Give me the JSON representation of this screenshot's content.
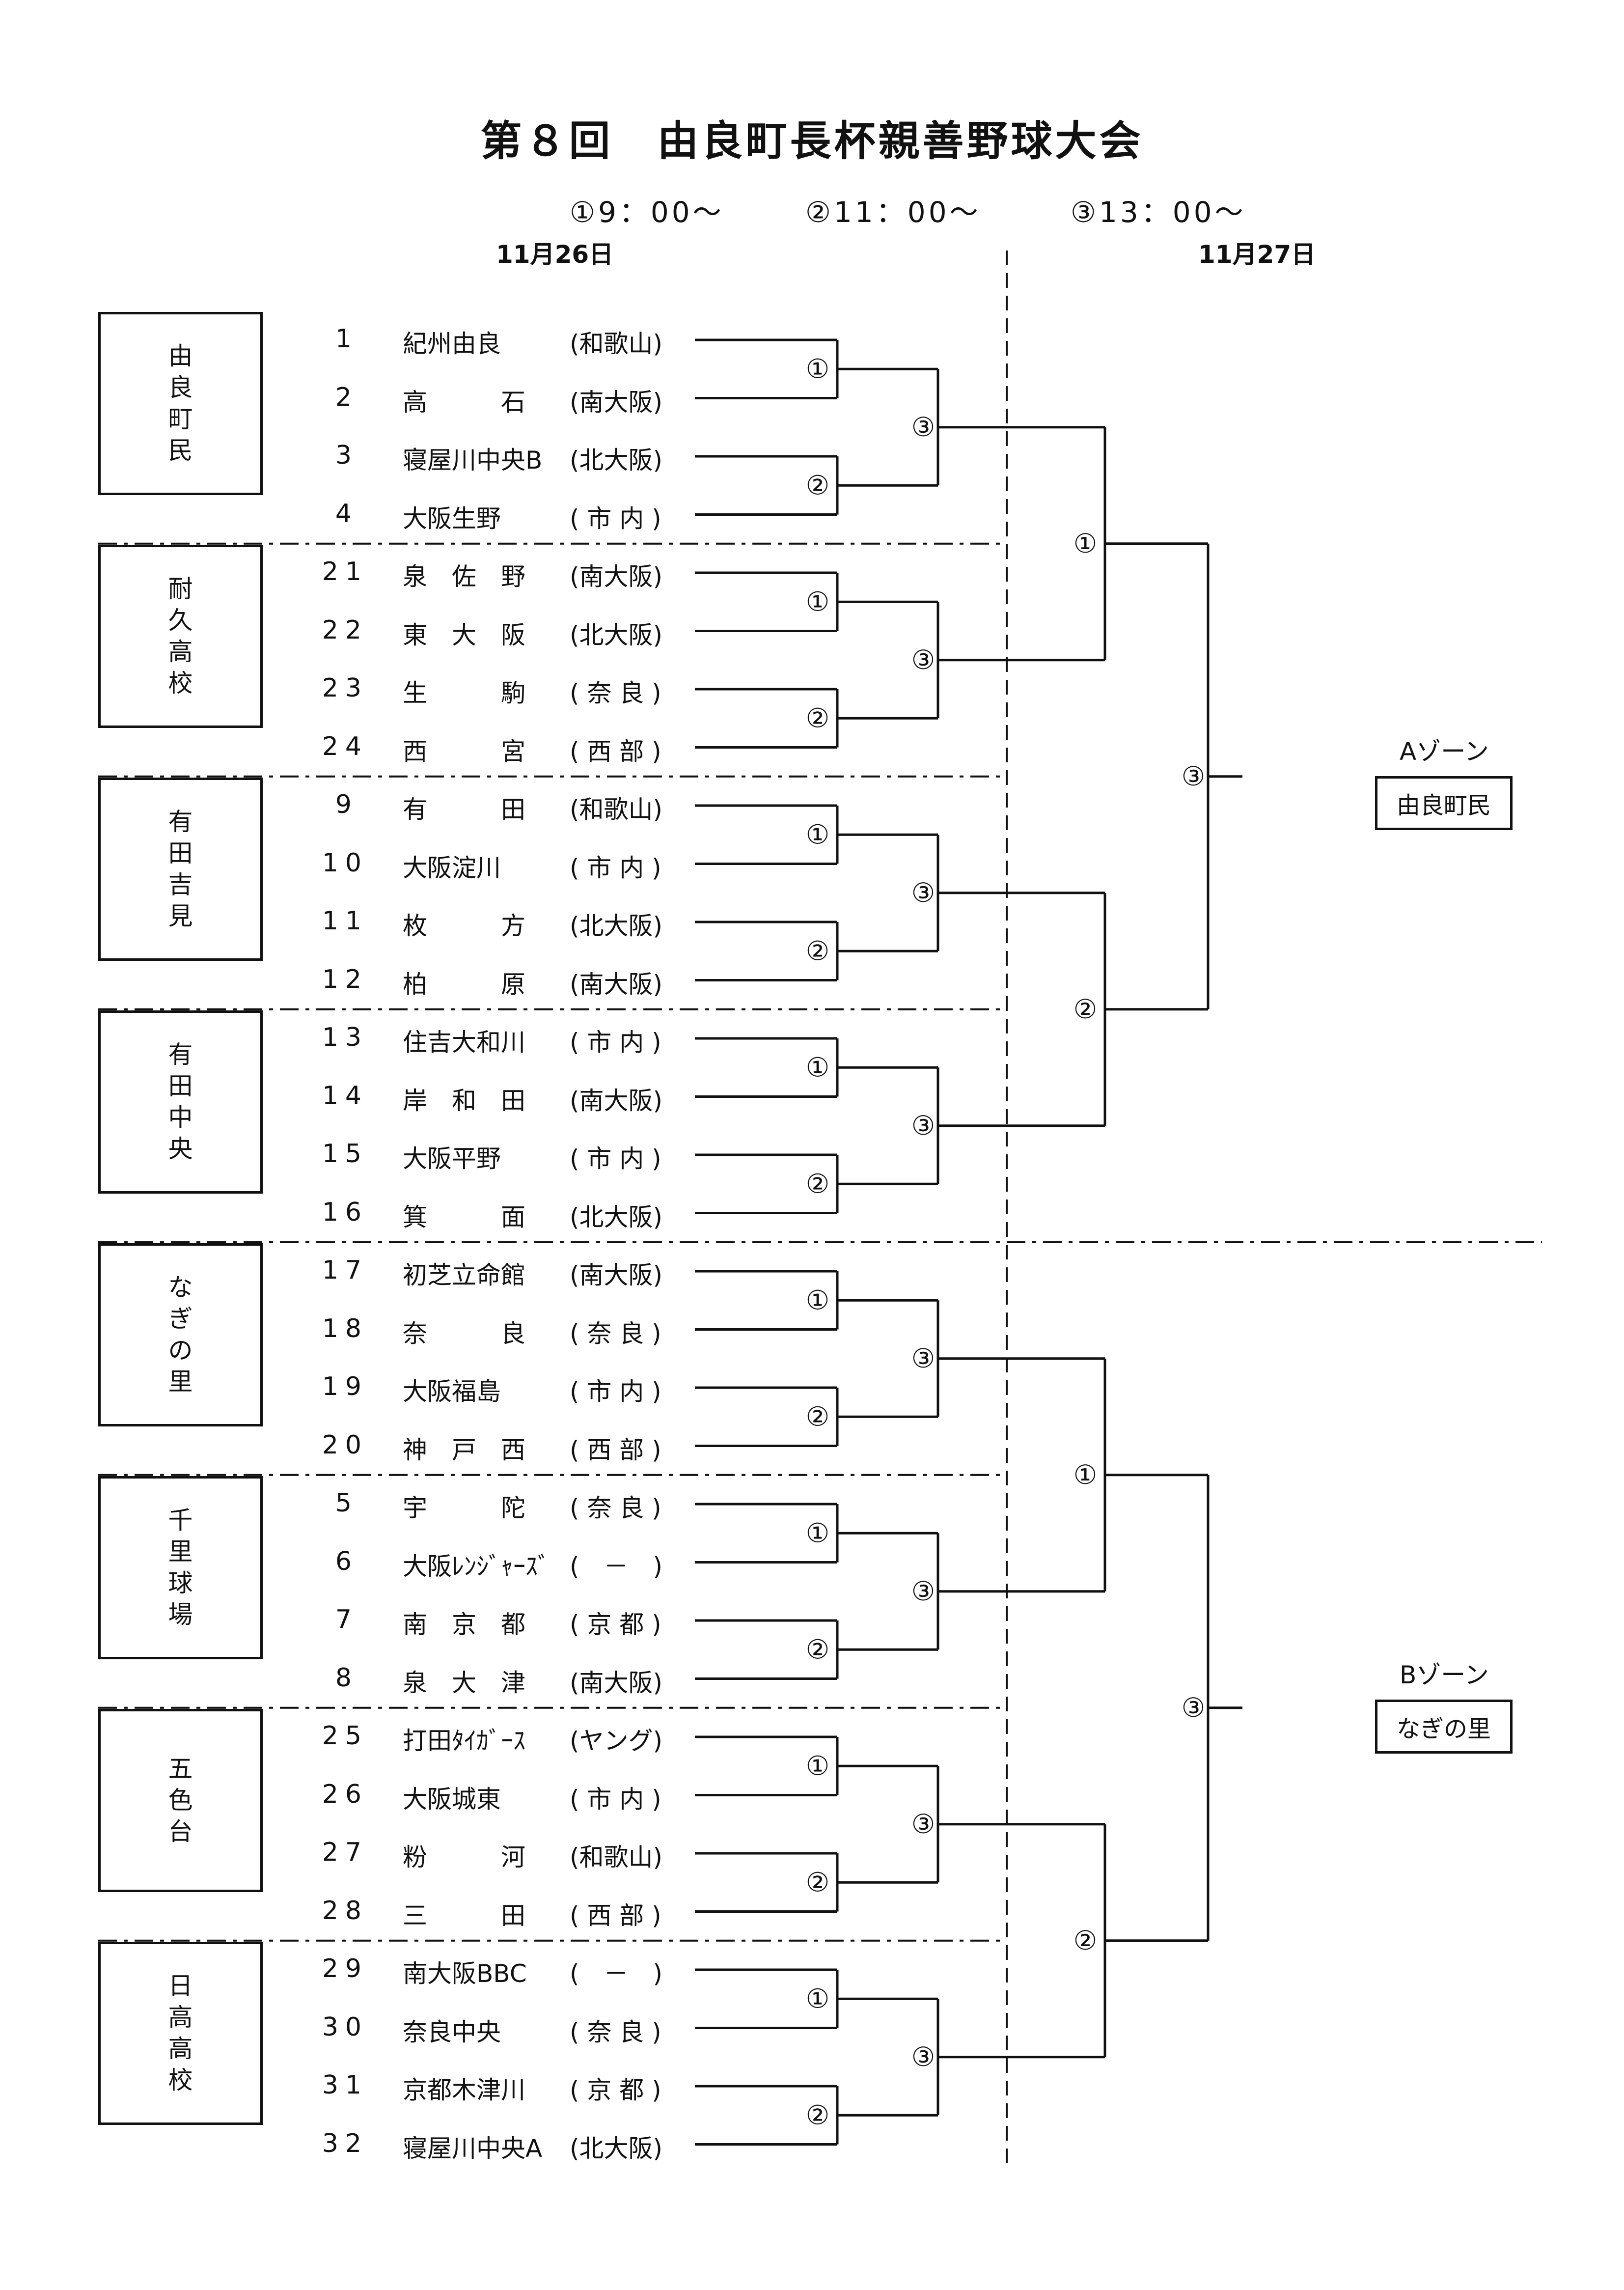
{
  "title": "第８回　由良町長杯親善野球大会",
  "times": [
    "①9：00～",
    "②11：00～",
    "③13：00～"
  ],
  "dates": {
    "day1": "11月26日",
    "day2": "11月27日"
  },
  "venues": [
    {
      "name": "由良町民",
      "chars": [
        "由",
        "良",
        "町",
        "民"
      ]
    },
    {
      "name": "耐久高校",
      "chars": [
        "耐",
        "久",
        "高",
        "校"
      ]
    },
    {
      "name": "有田吉見",
      "chars": [
        "有",
        "田",
        "吉",
        "見"
      ]
    },
    {
      "name": "有田中央",
      "chars": [
        "有",
        "田",
        "中",
        "央"
      ]
    },
    {
      "name": "なぎの里",
      "chars": [
        "な",
        "ぎ",
        "の",
        "里"
      ]
    },
    {
      "name": "千里球場",
      "chars": [
        "千",
        "里",
        "球",
        "場"
      ]
    },
    {
      "name": "五色台",
      "chars": [
        "五",
        "色",
        "台"
      ]
    },
    {
      "name": "日高高校",
      "chars": [
        "日",
        "高",
        "高",
        "校"
      ]
    }
  ],
  "teams": [
    {
      "num": "1",
      "name": "紀州由良",
      "region": "(和歌山)"
    },
    {
      "num": "2",
      "name": "高　　　石",
      "region": "(南大阪)"
    },
    {
      "num": "3",
      "name": "寝屋川中央B",
      "region": "(北大阪)"
    },
    {
      "num": "4",
      "name": "大阪生野",
      "region": "( 市 内 )"
    },
    {
      "num": "21",
      "name": "泉　佐　野",
      "region": "(南大阪)"
    },
    {
      "num": "22",
      "name": "東　大　阪",
      "region": "(北大阪)"
    },
    {
      "num": "23",
      "name": "生　　　駒",
      "region": "( 奈 良 )"
    },
    {
      "num": "24",
      "name": "西　　　宮",
      "region": "( 西 部 )"
    },
    {
      "num": "9",
      "name": "有　　　田",
      "region": "(和歌山)"
    },
    {
      "num": "10",
      "name": "大阪淀川",
      "region": "( 市 内 )"
    },
    {
      "num": "11",
      "name": "枚　　　方",
      "region": "(北大阪)"
    },
    {
      "num": "12",
      "name": "柏　　　原",
      "region": "(南大阪)"
    },
    {
      "num": "13",
      "name": "住吉大和川",
      "region": "( 市 内 )"
    },
    {
      "num": "14",
      "name": "岸　和　田",
      "region": "(南大阪)"
    },
    {
      "num": "15",
      "name": "大阪平野",
      "region": "( 市 内 )"
    },
    {
      "num": "16",
      "name": "箕　　　面",
      "region": "(北大阪)"
    },
    {
      "num": "17",
      "name": "初芝立命館",
      "region": "(南大阪)"
    },
    {
      "num": "18",
      "name": "奈　　　良",
      "region": "( 奈 良 )"
    },
    {
      "num": "19",
      "name": "大阪福島",
      "region": "( 市 内 )"
    },
    {
      "num": "20",
      "name": "神　戸　西",
      "region": "( 西 部 )"
    },
    {
      "num": "5",
      "name": "宇　　　陀",
      "region": "( 奈 良 )"
    },
    {
      "num": "6",
      "name": "大阪ﾚﾝｼﾞｬｰｽﾞ",
      "region": "(　－　)"
    },
    {
      "num": "7",
      "name": "南　京　都",
      "region": "( 京 都 )"
    },
    {
      "num": "8",
      "name": "泉　大　津",
      "region": "(南大阪)"
    },
    {
      "num": "25",
      "name": "打田ﾀｲｶﾞｰｽ",
      "region": "(ヤング)"
    },
    {
      "num": "26",
      "name": "大阪城東",
      "region": "( 市 内 )"
    },
    {
      "num": "27",
      "name": "粉　　　河",
      "region": "(和歌山)"
    },
    {
      "num": "28",
      "name": "三　　　田",
      "region": "( 西 部 )"
    },
    {
      "num": "29",
      "name": "南大阪BBC",
      "region": "(　－　)"
    },
    {
      "num": "30",
      "name": "奈良中央",
      "region": "( 奈 良 )"
    },
    {
      "num": "31",
      "name": "京都木津川",
      "region": "( 京 都 )"
    },
    {
      "num": "32",
      "name": "寝屋川中央A",
      "region": "(北大阪)"
    }
  ],
  "markers": {
    "game1": "①",
    "game2": "②",
    "game3": "③"
  },
  "zones": [
    {
      "label": "Aゾーン",
      "venue": "由良町民"
    },
    {
      "label": "Bゾーン",
      "venue": "なぎの里"
    }
  ]
}
